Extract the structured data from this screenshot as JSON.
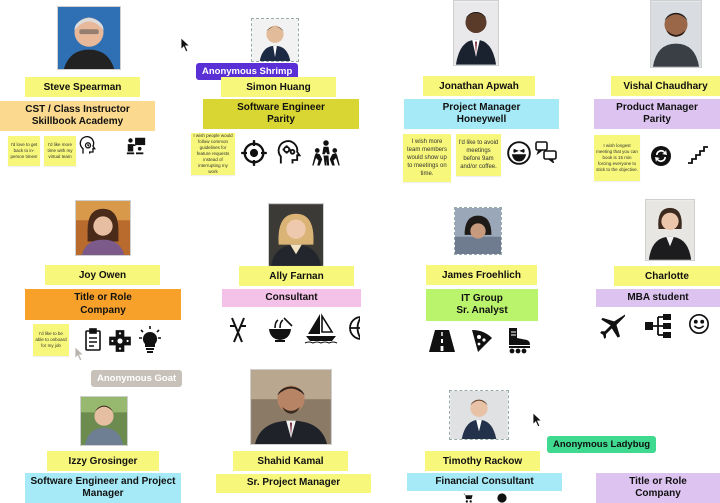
{
  "people": {
    "p1": {
      "name": "Steve Spearman",
      "role": "CST / Class Instructor\nSkillbook Academy"
    },
    "p2": {
      "name": "Simon Huang",
      "role": "Software Engineer\nParity"
    },
    "p3": {
      "name": "Jonathan Apwah",
      "role": "Project Manager\nHoneywell"
    },
    "p4": {
      "name": "Vishal Chaudhary",
      "role": "Product Manager\nParity"
    },
    "p5": {
      "name": "Joy Owen",
      "role": "Title or Role\nCompany"
    },
    "p6": {
      "name": "Ally Farnan",
      "role": "Consultant"
    },
    "p7": {
      "name": "James Froehlich",
      "role": "IT Group\nSr. Analyst"
    },
    "p8": {
      "name": "Charlotte",
      "role": "MBA student"
    },
    "p9": {
      "name": "Izzy Grosinger",
      "role": "Software Engineer and Project\nManager"
    },
    "p10": {
      "name": "Shahid Kamal",
      "role": "Sr. Project Manager"
    },
    "p11": {
      "name": "Timothy Rackow",
      "role": "Financial Consultant"
    },
    "p12": {
      "role": "Title or Role\nCompany"
    }
  },
  "stickies": {
    "s1a": "I'd love to get back to in-person times!",
    "s1b": "I'd like more time with my virtual team",
    "s2a": "I wish people would follow common guidelines for feature requests instead of interrupting my work",
    "s3a": "I wish more team members would show up to meetings on time.",
    "s3b": "I'd like to avoid meetings before 9am and/or coffee.",
    "s4a": "I wish longest meeting that you can book is 15 min forcing everyone to stick to the objective.",
    "s5a": "I'd like to be able to onboard for my job"
  },
  "cursors": {
    "shrimp": "Anonymous Shrimp",
    "goat": "Anonymous Goat",
    "ladybug": "Anonymous Ladybug"
  },
  "colors": {
    "name_yellow": "#f7f77b",
    "olive": "#d9d633",
    "orange": "#f7a12a",
    "cyan": "#a5eaf6",
    "lilac": "#dcc3f0",
    "pink": "#f4c2e8",
    "green": "#b9f46c",
    "shrimp_tag": "#5b2fd6",
    "goat_tag": "#c8c1b9",
    "ladybug_tag": "#3fd98f"
  },
  "icons": [
    "clock-head-icon",
    "presenter-icon",
    "target-icon",
    "brain-gears-icon",
    "team-icon",
    "laugh-emoji-icon",
    "chat-bubbles-icon",
    "refresh-icon",
    "stairs-icon",
    "clipboard-icon",
    "medical-cross-icon",
    "lightbulb-icon",
    "ski-icon",
    "ramen-bowl-icon",
    "sailboat-icon",
    "beach-ball-icon",
    "road-icon",
    "pizza-icon",
    "rollerblade-icon",
    "airplane-icon",
    "org-chart-icon",
    "smiley-icon",
    "cart-icon",
    "car-icon"
  ]
}
